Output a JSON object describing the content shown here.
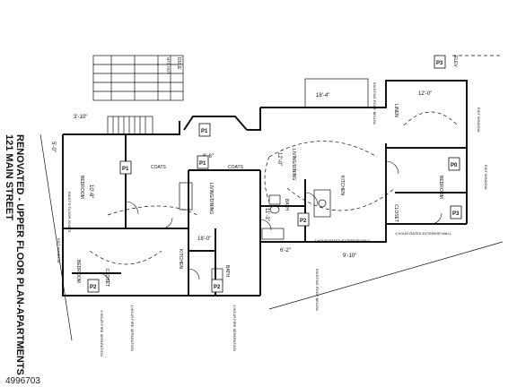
{
  "title": {
    "line1": "121 MAIN STREET",
    "line2": "RENOVATED - UPPER FLOOR PLAN-APARTMENTS"
  },
  "listing_id": "4996703",
  "schedule": {
    "heading": "DULE",
    "col_label": "MTG HGT"
  },
  "elev_label": "ELEV",
  "dimensions": {
    "d1": "3'-10\"",
    "d2": "5'-0\"",
    "d3": "18'-4\"",
    "d4": "12'-0\"",
    "d5": "12'-0\"",
    "d6": "6'-6\"",
    "d7": "18'-0\"",
    "d8": "11'-3\"",
    "d9": "10'-8\"",
    "d10": "6'-2\"",
    "d11": "9'-10\""
  },
  "rooms": {
    "bedroom": "BEDROOM",
    "closet": "CLOSET",
    "bath": "BATH",
    "kitchen": "KITCHEN",
    "living": "LIVING/DINING",
    "coats": "COATS",
    "linen": "LINEN"
  },
  "notes": {
    "exist_floor_joists": "EXIST'G FLOOR JOISTS",
    "exit_window": "EXIT WINDOW",
    "one_hour_wall": "1 HOUR RATED EXTERIOR WALL",
    "exist_roof": "EXISTING ROOF BELOW",
    "separation": "1 HOUR FIRE SEPARATION"
  },
  "tags": {
    "p1": "P1",
    "p2": "P2",
    "p3": "P3",
    "p0": "P0"
  }
}
